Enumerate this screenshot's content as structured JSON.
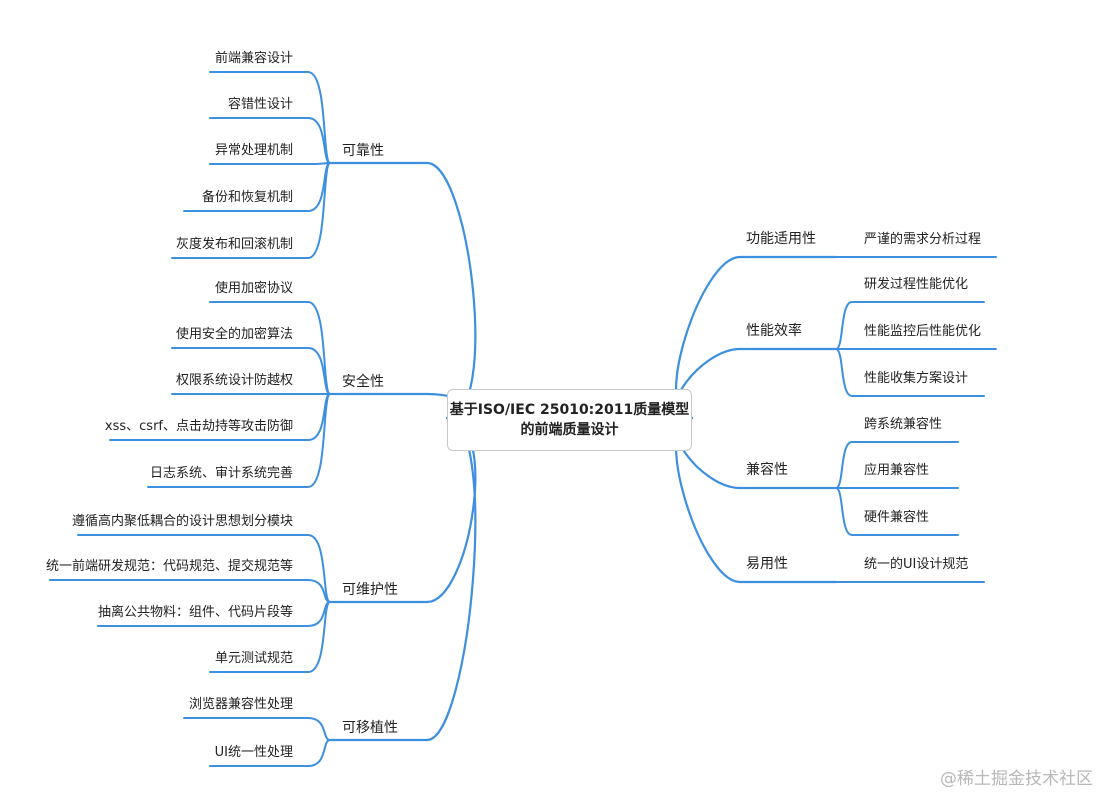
{
  "center": {
    "line1": "基于ISO/IEC 25010:2011质量模型",
    "line2": "的前端质量设计"
  },
  "left_branches": [
    {
      "label": "可靠性",
      "children": [
        "前端兼容设计",
        "容错性设计",
        "异常处理机制",
        "备份和恢复机制",
        "灰度发布和回滚机制"
      ]
    },
    {
      "label": "安全性",
      "children": [
        "使用加密协议",
        "使用安全的加密算法",
        "权限系统设计防越权",
        "xss、csrf、点击劫持等攻击防御",
        "日志系统、审计系统完善"
      ]
    },
    {
      "label": "可维护性",
      "children": [
        "遵循高内聚低耦合的设计思想划分模块",
        "统一前端研发规范：代码规范、提交规范等",
        "抽离公共物料：组件、代码片段等",
        "单元测试规范"
      ]
    },
    {
      "label": "可移植性",
      "children": [
        "浏览器兼容性处理",
        "UI统一性处理"
      ]
    }
  ],
  "right_branches": [
    {
      "label": "功能适用性",
      "children": [
        "严谨的需求分析过程"
      ]
    },
    {
      "label": "性能效率",
      "children": [
        "研发过程性能优化",
        "性能监控后性能优化",
        "性能收集方案设计"
      ]
    },
    {
      "label": "兼容性",
      "children": [
        "跨系统兼容性",
        "应用兼容性",
        "硬件兼容性"
      ]
    },
    {
      "label": "易用性",
      "children": [
        "统一的UI设计规范"
      ]
    }
  ],
  "watermark": "@稀土掘金技术社区",
  "colors": {
    "line": "#3d8fe0",
    "text": "#222222",
    "box_border": "#c8c8c8",
    "watermark": "#b8b8b8"
  }
}
